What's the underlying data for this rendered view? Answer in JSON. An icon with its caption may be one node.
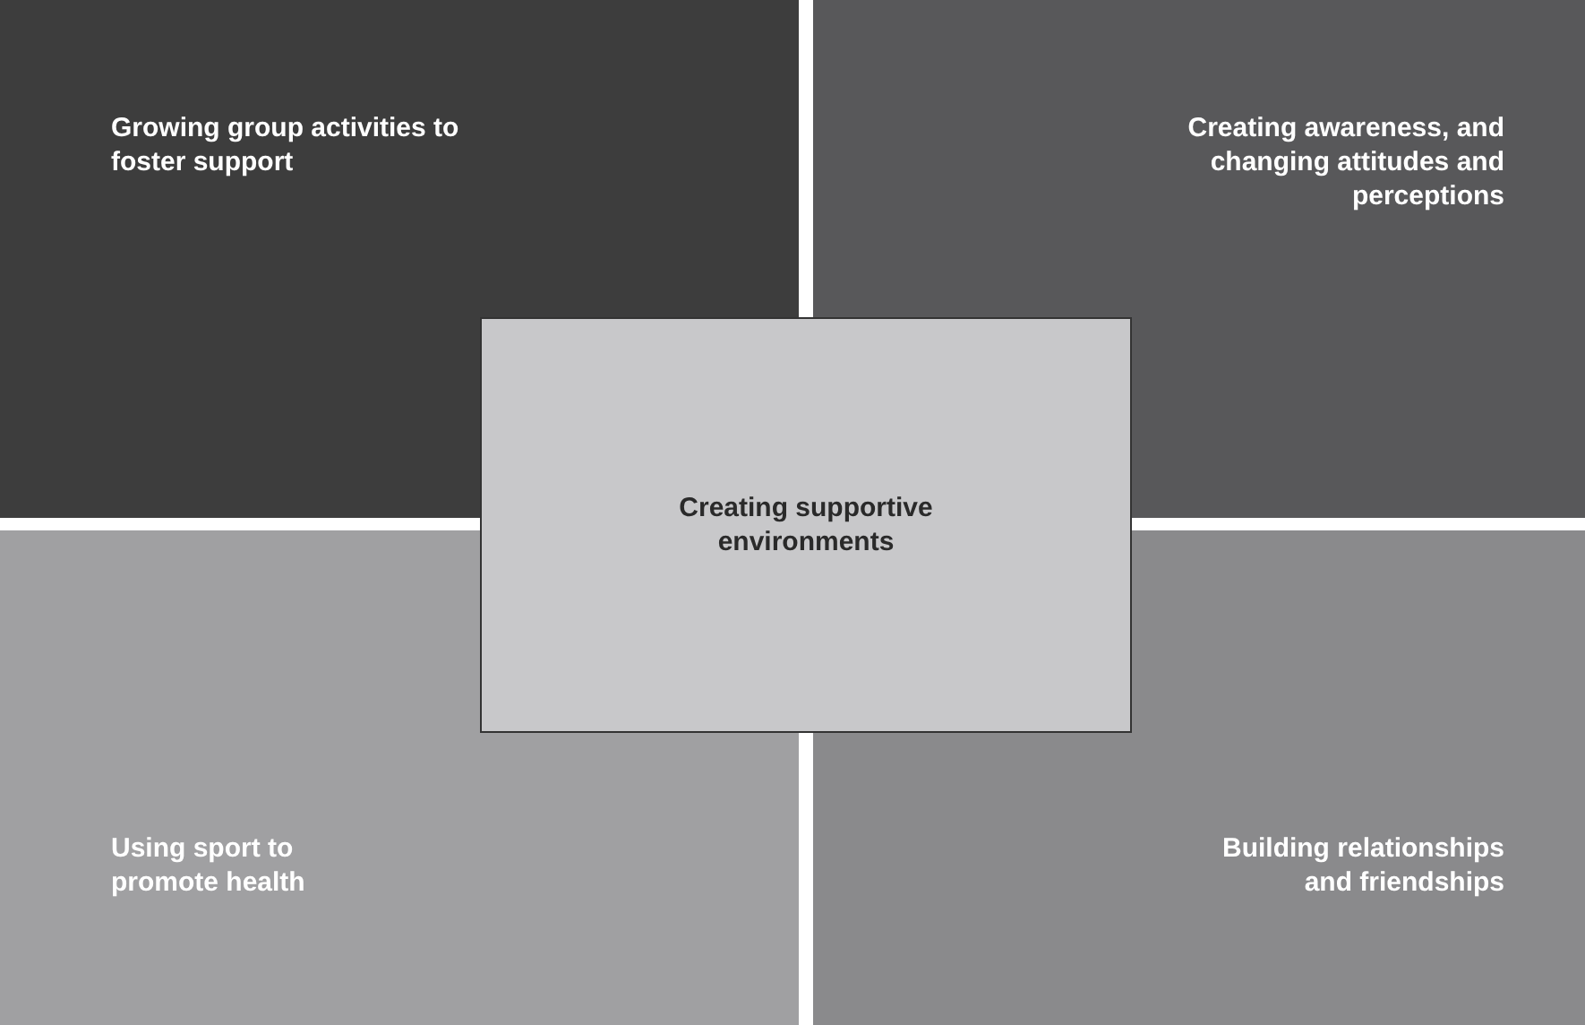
{
  "diagram": {
    "nodes": [
      {
        "text": [
          "Growing group activities to foster support"
        ]
      },
      {
        "text": [
          "Creating awareness, and changing attitudes and perceptions"
        ]
      },
      {
        "text": [
          "Creating supportive environments"
        ]
      },
      {
        "text": [
          "Using sport to promote health"
        ]
      },
      {
        "text": [
          "Building relationships and friendships"
        ]
      }
    ]
  }
}
